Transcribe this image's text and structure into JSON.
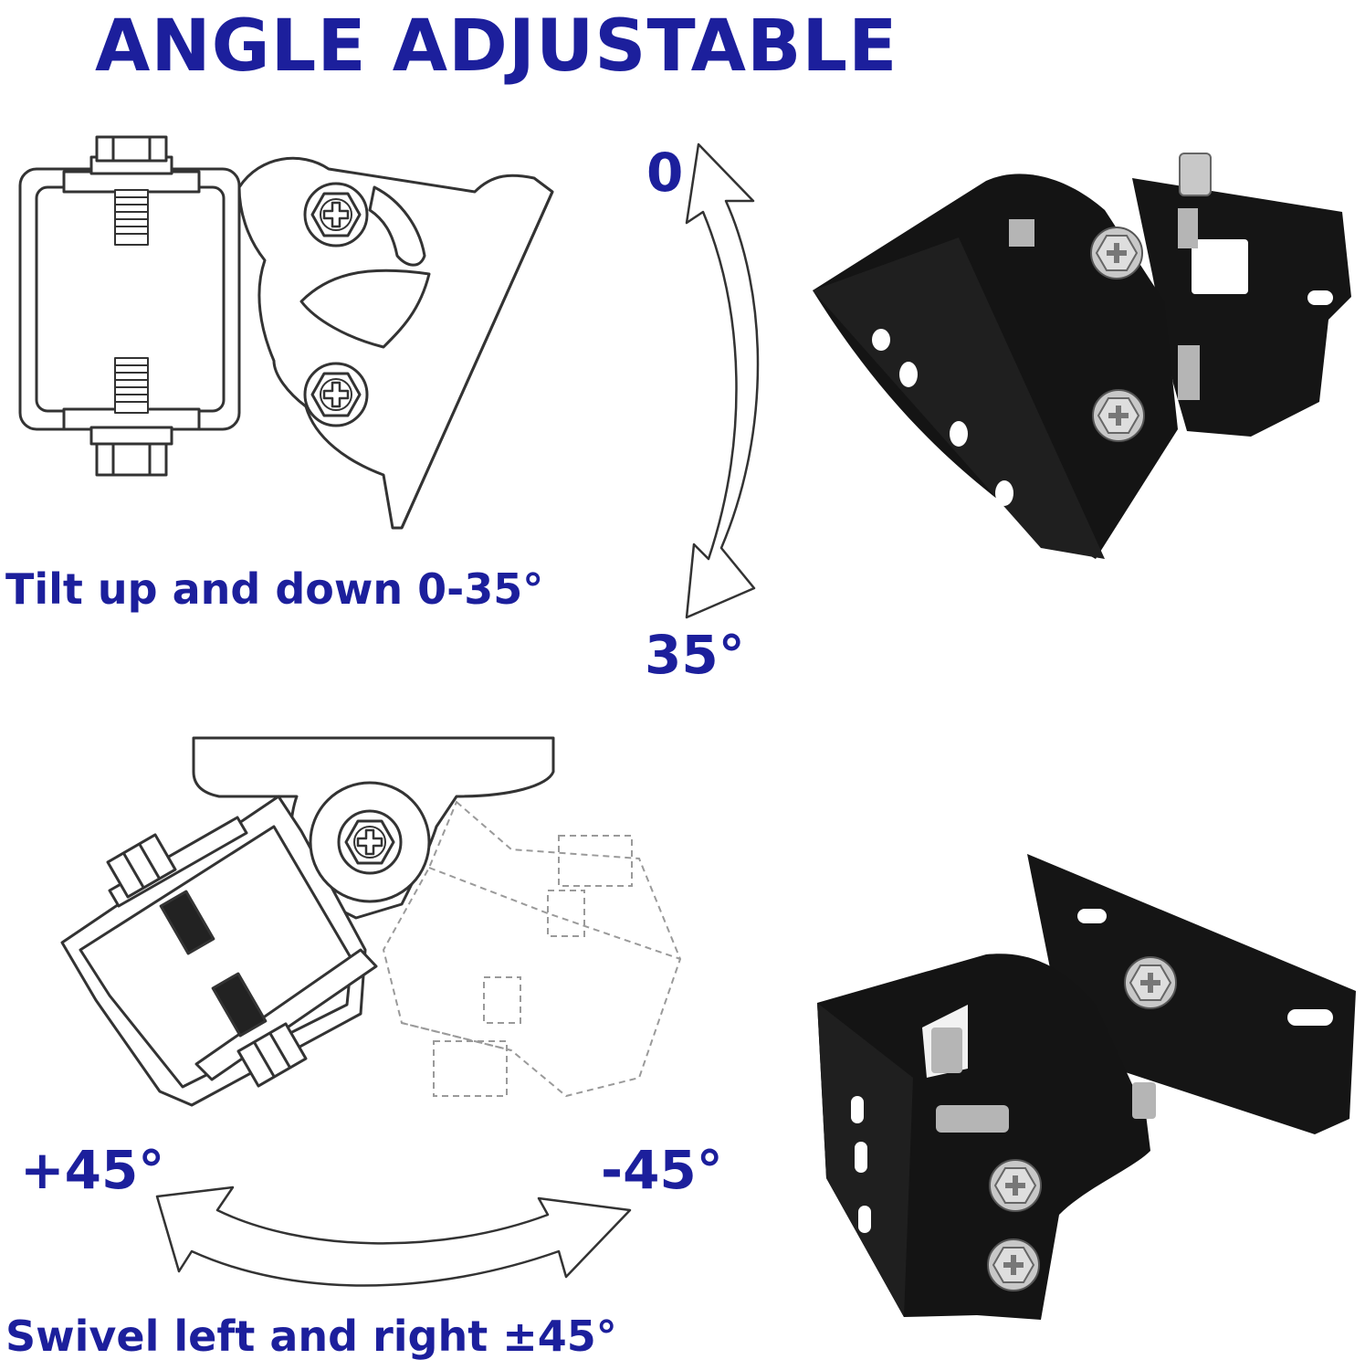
{
  "header": {
    "title": "ANGLE ADJUSTABLE"
  },
  "tilt": {
    "caption": "Tilt up and down  0-35°",
    "start_label": "0",
    "end_label": "35°",
    "range_degrees": [
      0,
      35
    ]
  },
  "swivel": {
    "caption": "Swivel left and right ±45°",
    "left_label": "+45°",
    "right_label": "-45°",
    "range_degrees": [
      -45,
      45
    ]
  },
  "colors": {
    "text_accent": "#1c1f9c",
    "line_art": "#333333",
    "bracket": "#141414",
    "bolt": "#b9b9b9",
    "background": "#ffffff"
  },
  "icons": [
    "tilt-arrow-icon",
    "swivel-arrow-icon",
    "screw-icon"
  ]
}
